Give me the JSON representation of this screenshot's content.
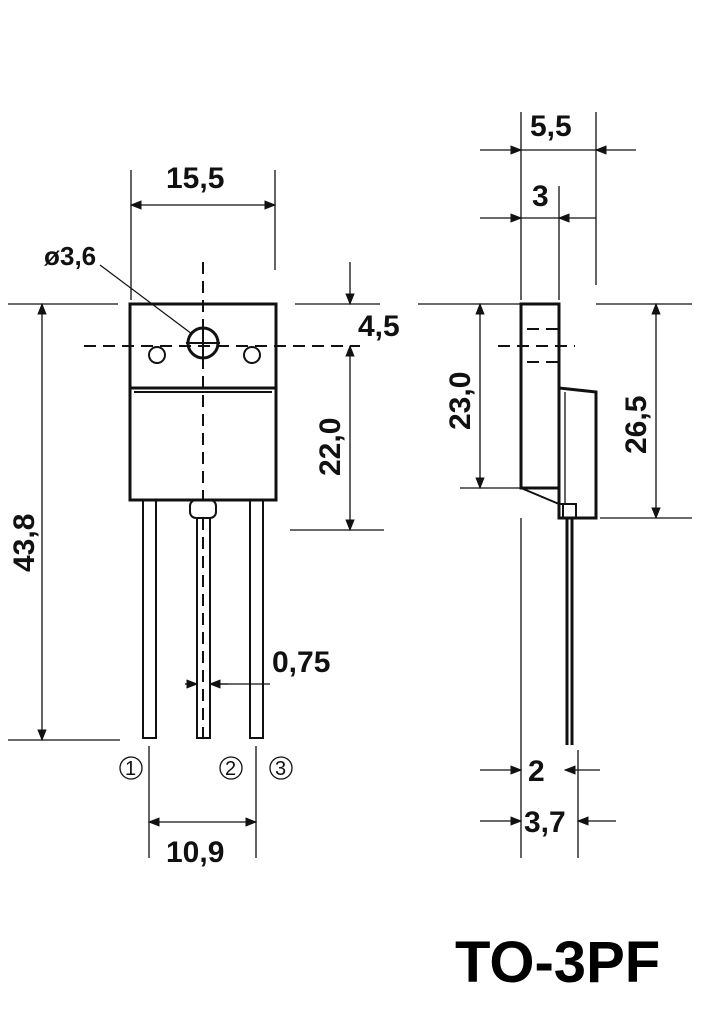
{
  "diagram": {
    "package_name": "TO-3PF",
    "front_view": {
      "width": "15,5",
      "hole_diameter": "3,6",
      "hole_offset": "4,5",
      "body_height": "22,0",
      "total_height": "43,8",
      "lead_width": "0,75",
      "lead_pitch_span": "10,9",
      "pins": [
        "1",
        "2",
        "3"
      ]
    },
    "side_view": {
      "depth": "5,5",
      "flange_depth": "3",
      "tab_height": "23,0",
      "body_height": "26,5",
      "lead_offset": "2",
      "lead_span": "3,7"
    }
  }
}
